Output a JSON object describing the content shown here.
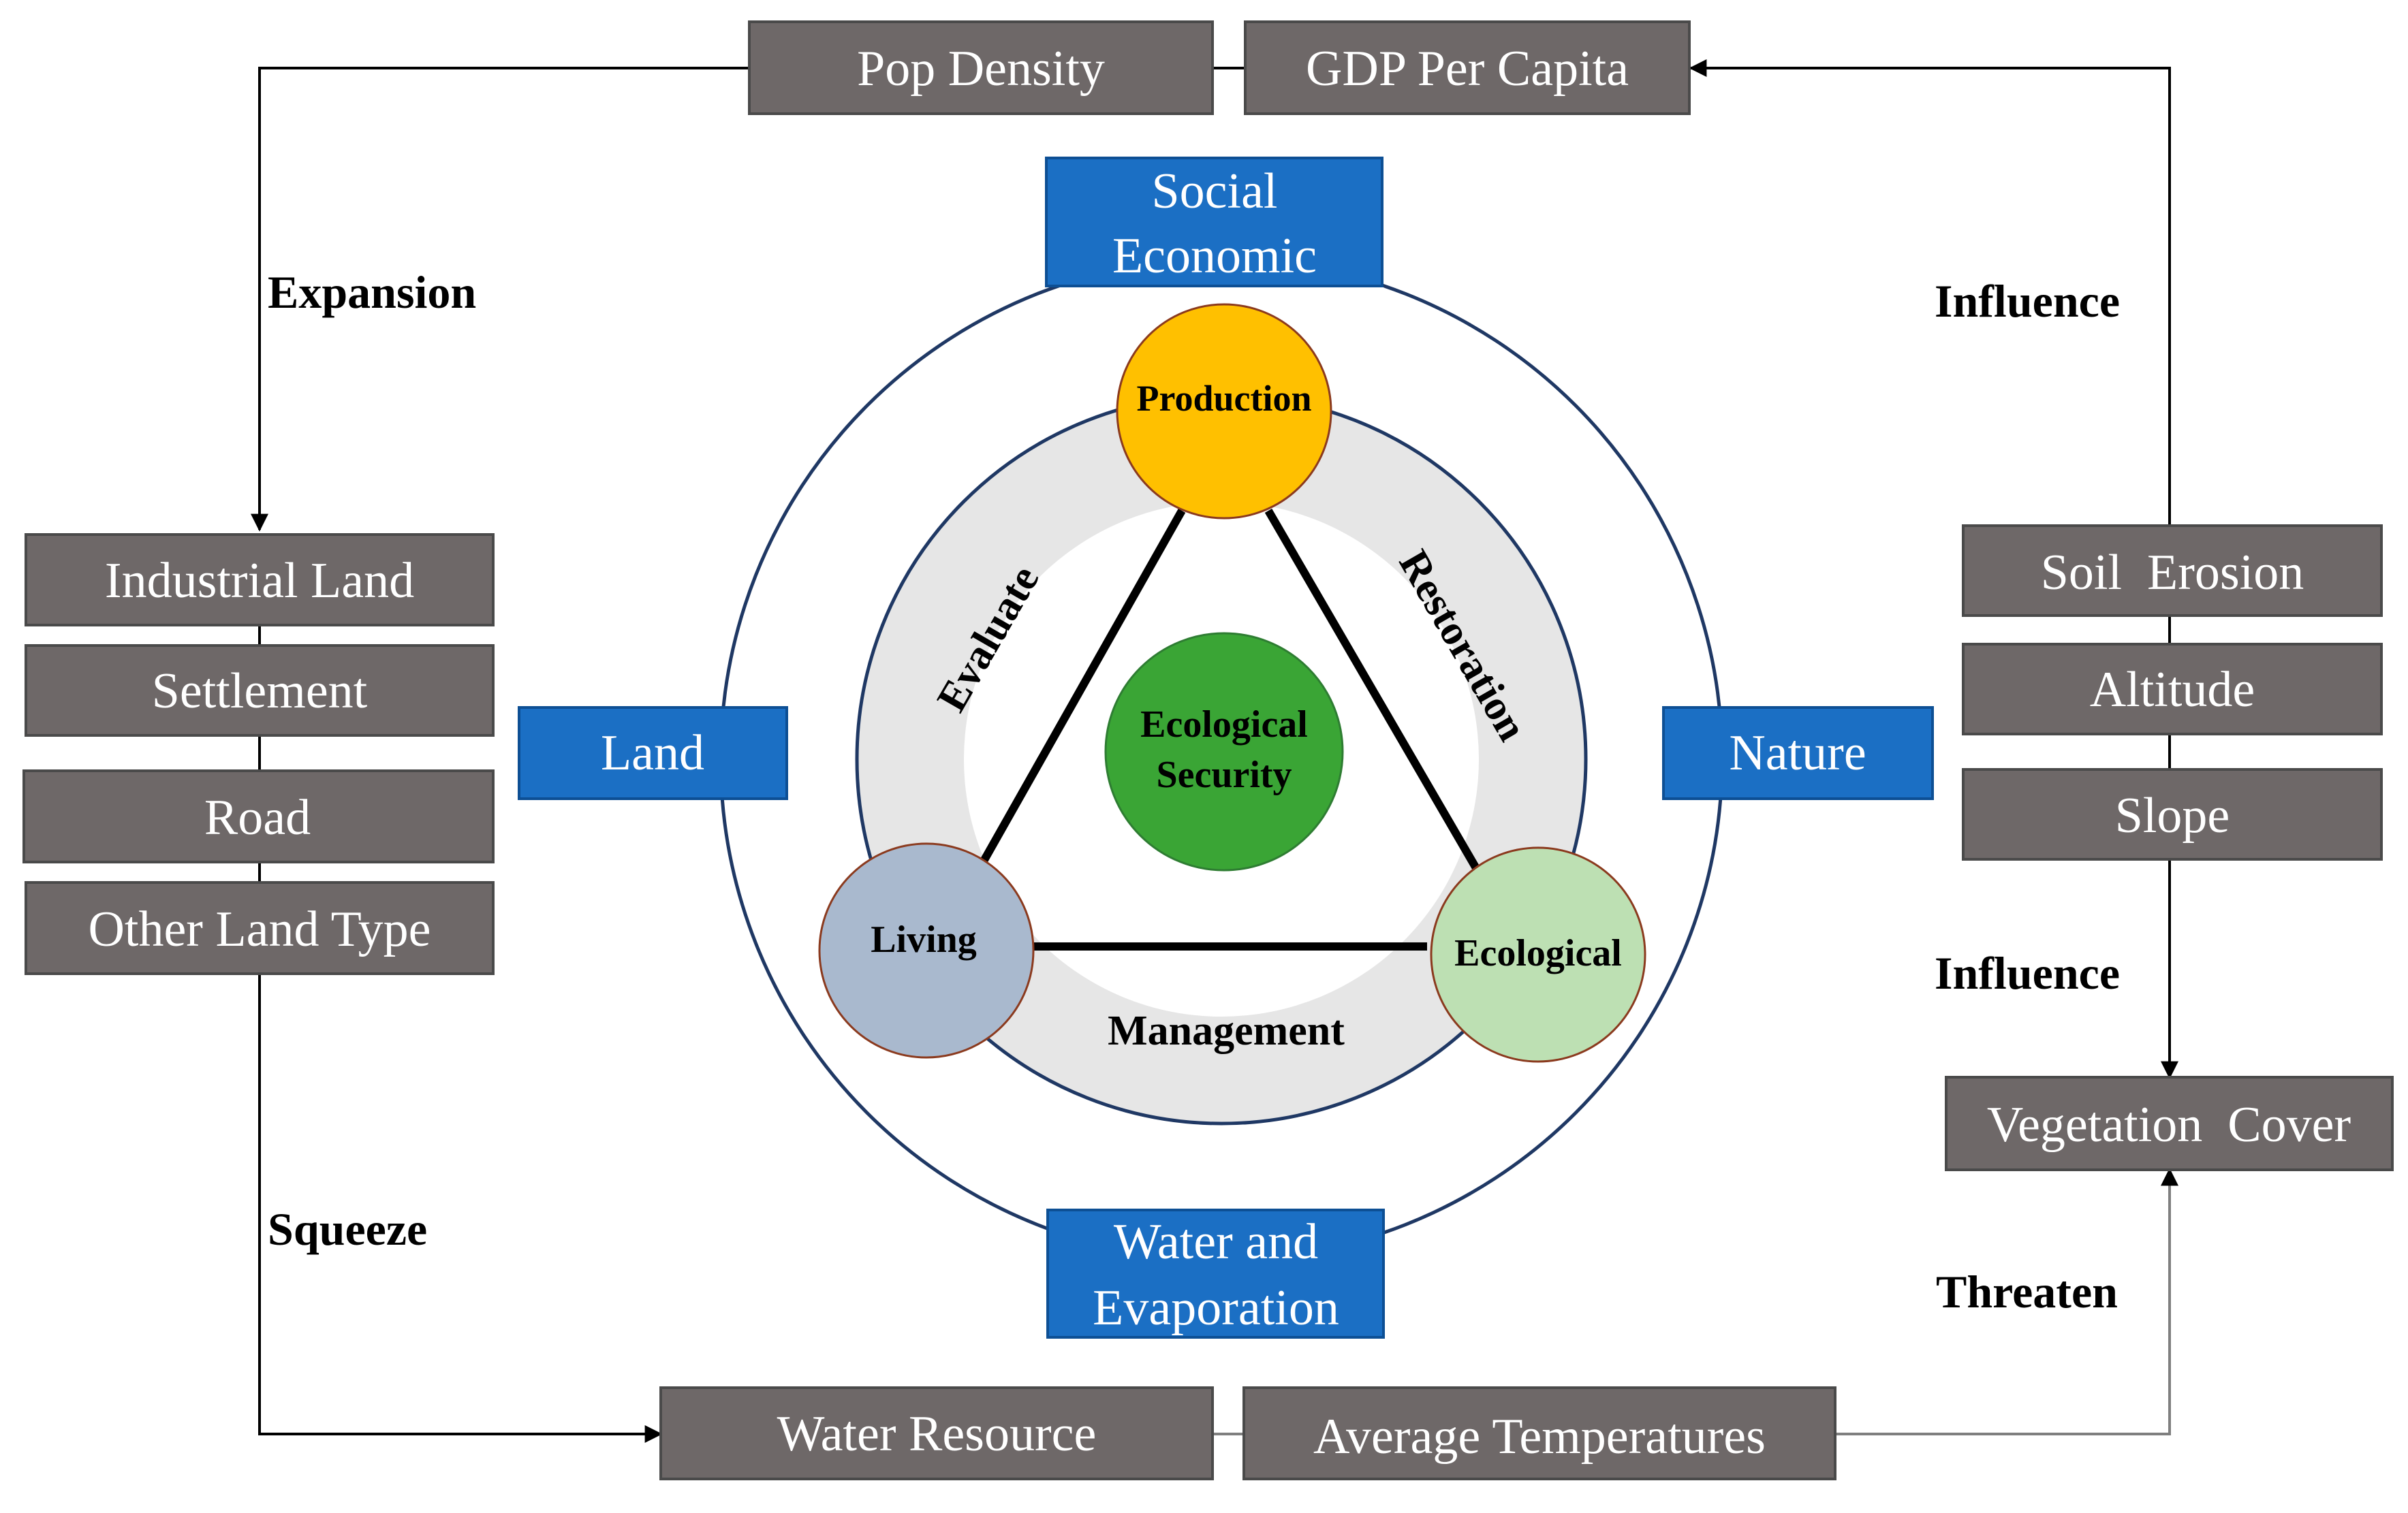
{
  "colors": {
    "gray_box": "#6e6868",
    "gray_box_border": "#4a4a4a",
    "blue_box": "#1b6fc4",
    "blue_box_border": "#0d4f94",
    "navy_ring": "#1f3864",
    "ring_fill": "#e6e6e6",
    "production": "#ffc000",
    "security": "#3aa535",
    "living": "#a9b9ce",
    "ecological": "#bde0b3",
    "node_border": "#8b3a1e",
    "line": "#000000",
    "arrow": "#000000",
    "connector_gray": "#7f7f7f"
  },
  "top": {
    "pop_density": "Pop Density",
    "gdp": "GDP Per Capita"
  },
  "left": {
    "items": [
      "Industrial Land",
      "Settlement",
      "Road",
      "Other Land Type"
    ],
    "expansion": "Expansion",
    "squeeze": "Squeeze"
  },
  "right": {
    "items": [
      "Soil  Erosion",
      "Altitude",
      "Slope"
    ],
    "influence_top": "Influence",
    "influence_bottom": "Influence",
    "vegetation": "Vegetation  Cover",
    "threaten": "Threaten"
  },
  "bottom": {
    "water_resource": "Water Resource",
    "avg_temp": "Average Temperatures"
  },
  "center": {
    "social_line1": "Social",
    "social_line2": "Economic",
    "land": "Land",
    "nature": "Nature",
    "water_line1": "Water and",
    "water_line2": "Evaporation",
    "production": "Production",
    "living": "Living",
    "ecological": "Ecological",
    "security_line1": "Ecological",
    "security_line2": "Security",
    "evaluate": "Evaluate",
    "restoration": "Restoration",
    "management": "Management"
  }
}
